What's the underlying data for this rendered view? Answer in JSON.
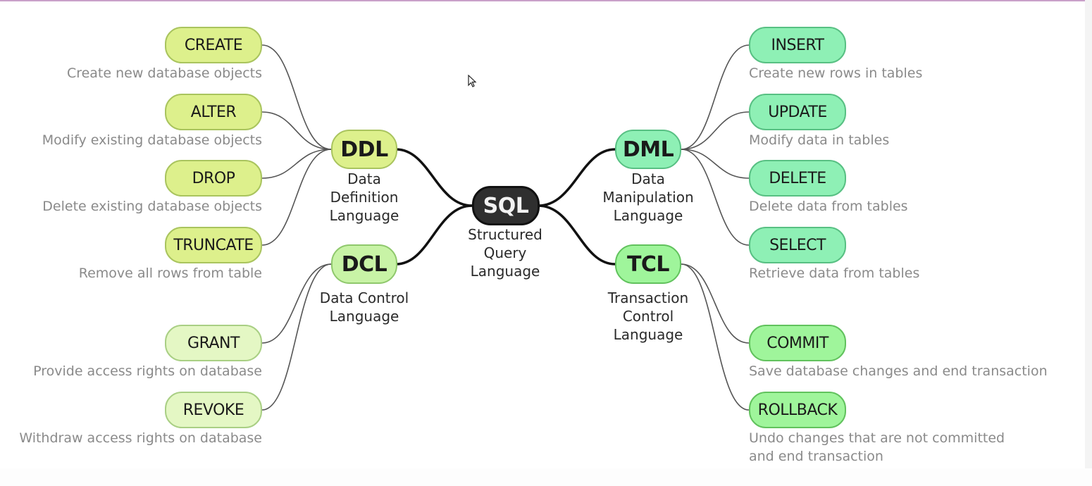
{
  "root": {
    "label": "SQL",
    "subtitle": "Structured\nQuery\nLanguage"
  },
  "categories": {
    "ddl": {
      "label": "DDL",
      "subtitle": "Data\nDefinition\nLanguage"
    },
    "dcl": {
      "label": "DCL",
      "subtitle": "Data Control\nLanguage"
    },
    "dml": {
      "label": "DML",
      "subtitle": "Data\nManipulation\nLanguage"
    },
    "tcl": {
      "label": "TCL",
      "subtitle": "Transaction\nControl\nLanguage"
    }
  },
  "commands": {
    "create": {
      "label": "CREATE",
      "desc": "Create new database objects"
    },
    "alter": {
      "label": "ALTER",
      "desc": "Modify existing database objects"
    },
    "drop": {
      "label": "DROP",
      "desc": "Delete existing database objects"
    },
    "truncate": {
      "label": "TRUNCATE",
      "desc": "Remove all rows from table"
    },
    "grant": {
      "label": "GRANT",
      "desc": "Provide access rights on database"
    },
    "revoke": {
      "label": "REVOKE",
      "desc": "Withdraw access rights on database"
    },
    "insert": {
      "label": "INSERT",
      "desc": "Create new rows in tables"
    },
    "update": {
      "label": "UPDATE",
      "desc": "Modify data in tables"
    },
    "delete": {
      "label": "DELETE",
      "desc": "Delete data from tables"
    },
    "select": {
      "label": "SELECT",
      "desc": "Retrieve data from tables"
    },
    "commit": {
      "label": "COMMIT",
      "desc": "Save database changes and end transaction"
    },
    "rollback": {
      "label": "ROLLBACK",
      "desc": "Undo changes that are not committed\nand end transaction"
    }
  },
  "colors": {
    "ddl": "#ddf08c",
    "dcl": "#c8f3a6",
    "dml": "#8ef0b5",
    "tcl": "#9ff59b",
    "root": "#2f2f2f",
    "description_text": "#8a8a8a"
  },
  "icons": {
    "cursor": "mouse-pointer-icon"
  }
}
